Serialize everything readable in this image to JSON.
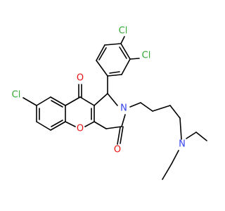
{
  "molecule": {
    "atoms": {
      "cl1": {
        "label": "Cl",
        "color": "#33aa33"
      },
      "cl2": {
        "label": "Cl",
        "color": "#33aa33"
      },
      "cl3": {
        "label": "Cl",
        "color": "#33aa33"
      },
      "o_top": {
        "label": "O",
        "color": "#ee1111"
      },
      "o_ring": {
        "label": "O",
        "color": "#ee1111"
      },
      "o_bottom": {
        "label": "O",
        "color": "#ee1111"
      },
      "n_lactam": {
        "label": "N",
        "color": "#3344ee"
      },
      "n_amine": {
        "label": "N",
        "color": "#3344ee"
      }
    },
    "colors": {
      "bond": "#000000",
      "chlorine": "#33aa33",
      "oxygen": "#ee1111",
      "nitrogen": "#3344ee"
    }
  }
}
